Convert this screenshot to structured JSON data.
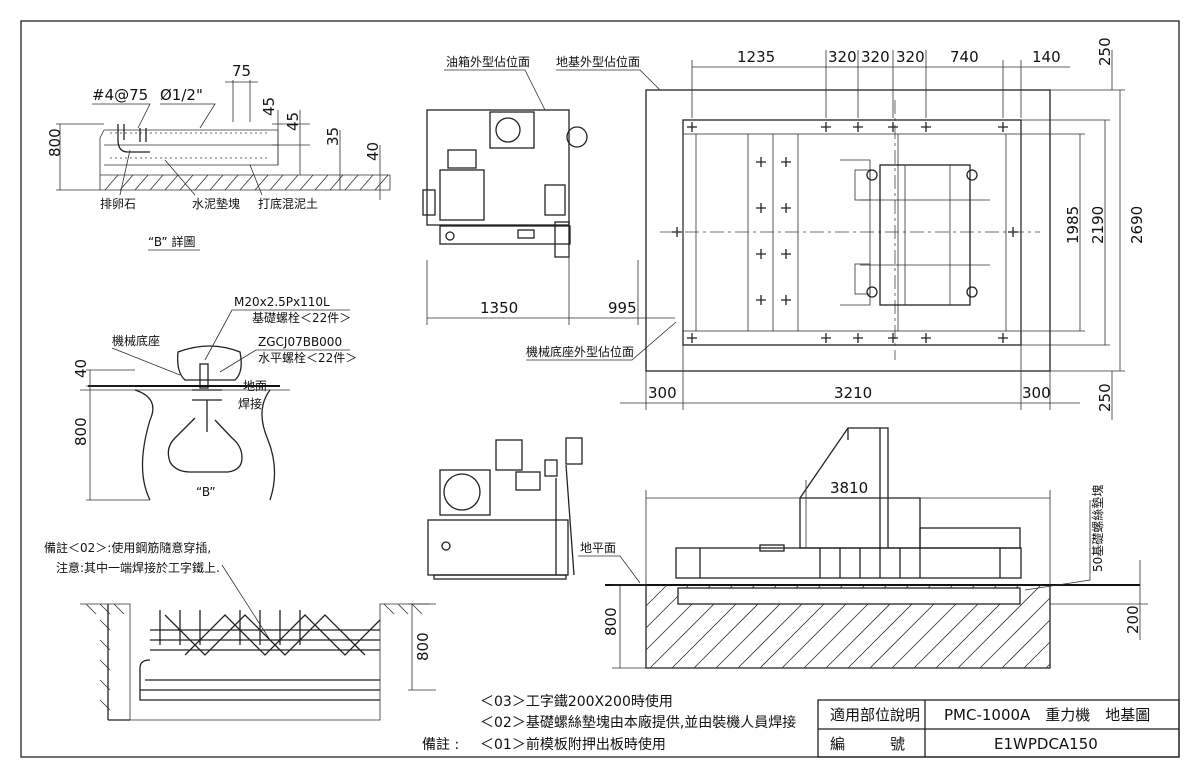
{
  "drawing": {
    "b_detail": {
      "dims": {
        "rebar": "#4@75",
        "bar": "Ø1/2\"",
        "d75": "75",
        "d45a": "45",
        "d45b": "45",
        "d35": "35",
        "d40": "40",
        "d800": "800"
      },
      "labels": {
        "stone": "排卵石",
        "cement_pad": "水泥墊塊",
        "base_concrete": "打底混泥土"
      },
      "title": "“B” 詳圖"
    },
    "anchor_detail": {
      "bolt_spec": "M20x2.5Px110L",
      "bolt_name": "基礎螺栓＜22件＞",
      "level_spec": "ZGCJ07BB000",
      "level_name": "水平螺栓＜22件＞",
      "machine_base": "機械底座",
      "ground": "地面",
      "weld": "焊接",
      "d40": "40",
      "d800": "800",
      "b_mark": "“B”"
    },
    "plan": {
      "oil_tank_label": "油箱外型佔位面",
      "foundation_label": "地基外型佔位面",
      "base_label": "機械底座外型佔位面",
      "dims_top": [
        "1235",
        "320",
        "320",
        "320",
        "740",
        "140"
      ],
      "dims_right": [
        "250",
        "1985",
        "2190",
        "2690",
        "250"
      ],
      "dim_1350": "1350",
      "dim_995": "995",
      "dims_bottom": [
        "300",
        "3210",
        "300"
      ]
    },
    "elevation": {
      "dim_3810": "3810",
      "ground_label": "地平面",
      "pad_label": "50基礎螺絲墊塊",
      "d800": "800",
      "d200": "200"
    },
    "rebar_section": {
      "note_02": "備註＜02＞:使用鋼筋隨意穿插,",
      "note_02b": "注意:其中一端焊接於工字鐵上.",
      "d800": "800"
    },
    "notes": {
      "heading": "備註 :",
      "n03": "＜03＞工字鐵200X200時使用",
      "n02": "＜02＞基礎螺絲墊塊由本廠提供,並由裝機人員焊接",
      "n01": "＜01＞前模板附押出板時使用"
    },
    "title_block": {
      "applicable_label": "適用部位說明",
      "applicable_value": "PMC-1000A　重力機　地基圖",
      "number_label": "編　　　號",
      "number_value": "E1WPDCA150"
    }
  }
}
